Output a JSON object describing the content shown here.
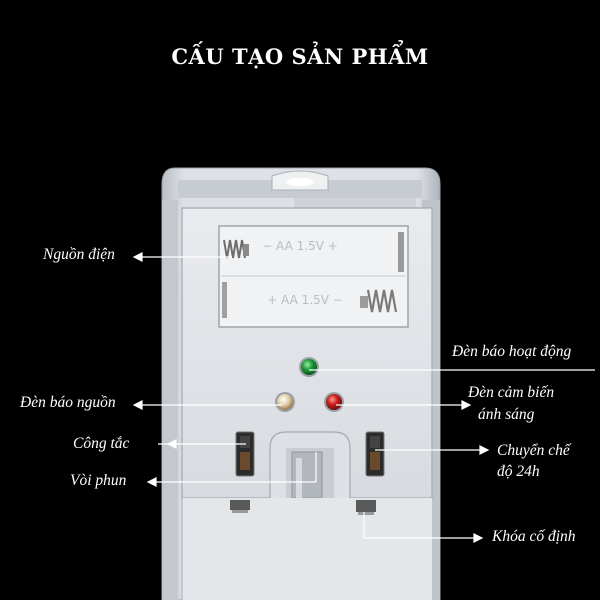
{
  "title": "CẤU TẠO SẢN PHẨM",
  "battery_top_marking": "− AA 1.5V +",
  "battery_bottom_marking": "+ AA 1.5V −",
  "labels": {
    "power_source": "Nguồn điện",
    "active_light": "Đèn báo hoạt động",
    "power_light": "Đèn báo nguồn",
    "light_sensor_line1": "Đèn cảm biến",
    "light_sensor_line2": "ánh sáng",
    "switch": "Công tắc",
    "mode_24h_line1": "Chuyển chế",
    "mode_24h_line2": "độ 24h",
    "nozzle": "Vòi phun",
    "lock": "Khóa cố định"
  },
  "colors": {
    "background": "#000000",
    "device_body": "#d9dde3",
    "panel": "#e2e5e9",
    "active_led": "#1e9a3a",
    "sensor_led": "#c81e1e",
    "power_led": "#d8c4a0",
    "label_text": "#ffffff"
  }
}
